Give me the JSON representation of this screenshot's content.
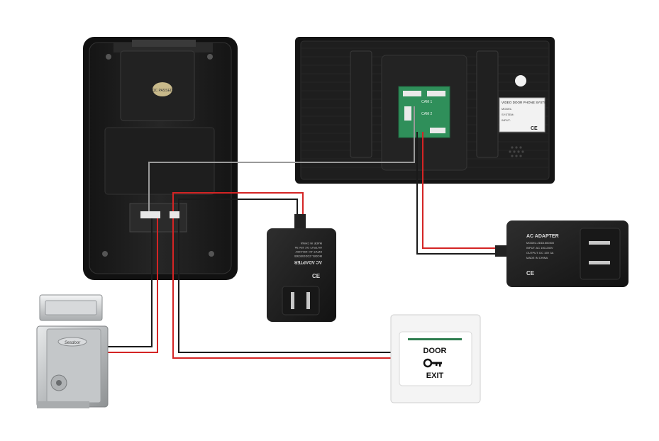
{
  "doorbell_panel": {
    "sticker": "QC PASSED"
  },
  "monitor": {
    "label_title": "VIDEO DOOR PHONE SYSTEM",
    "label_lines": [
      "MODEL:",
      "SYSTEM:",
      "INPUT:"
    ],
    "ports": [
      "CAM 1",
      "CAM 2"
    ],
    "ce_mark": "CE"
  },
  "adapter_left": {
    "title": "AC ADAPTER",
    "lines": [
      "MODEL:ZDD1500300",
      "INPUT: AC 100-240V",
      "OUTPUT: DC 15V 3A",
      "MADE IN CHINA"
    ],
    "ce_mark": "CE"
  },
  "adapter_right": {
    "title": "AC ADAPTER",
    "lines": [
      "MODEL:ZDD1500300",
      "INPUT: AC 100-240V",
      "OUTPUT: DC 15V 3A",
      "MADE IN CHINA"
    ],
    "ce_mark": "CE"
  },
  "exit_button": {
    "top_label": "DOOR",
    "bottom_label": "EXIT"
  },
  "lock": {
    "brand": "Sesdoor"
  },
  "colors": {
    "wire_red": "#d42424",
    "wire_black": "#1a1a1a",
    "wire_gray": "#9a9a9a",
    "device_body": "#1c1c1c",
    "lock_metal": "#c9ccce"
  }
}
